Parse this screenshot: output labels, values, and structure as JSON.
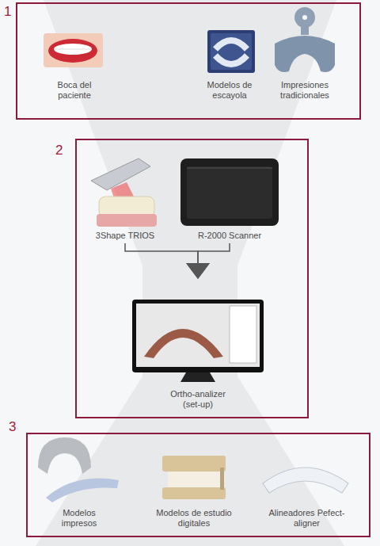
{
  "diagram": {
    "nodes": [
      {
        "text": [
          "1"
        ]
      },
      {
        "text": [
          "Boca del paciente"
        ],
        "in": 0
      },
      {
        "text": [
          "Modelos de escayola"
        ],
        "in": 0
      },
      {
        "text": [
          "Impresiones tradicionales"
        ],
        "in": 0
      },
      {
        "text": [
          "2"
        ]
      },
      {
        "text": [
          "3Shape TRIOS"
        ],
        "in": 4
      },
      {
        "text": [
          "R-2000 Scanner"
        ],
        "in": 4
      },
      {
        "text": [
          "Ortho-analizer (set-up)"
        ],
        "in": 4
      },
      {
        "text": [
          "3"
        ]
      },
      {
        "text": [
          "Modelos impresos"
        ],
        "in": 8
      },
      {
        "text": [
          "Modelos de estudio digitales"
        ],
        "in": 8
      },
      {
        "text": [
          "Alineadores Pefect-aligner"
        ],
        "in": 8
      }
    ],
    "edges": [
      {
        "from": 5,
        "to": 7,
        "arrow": "to"
      },
      {
        "from": 6,
        "to": 7,
        "arrow": "to"
      }
    ]
  }
}
